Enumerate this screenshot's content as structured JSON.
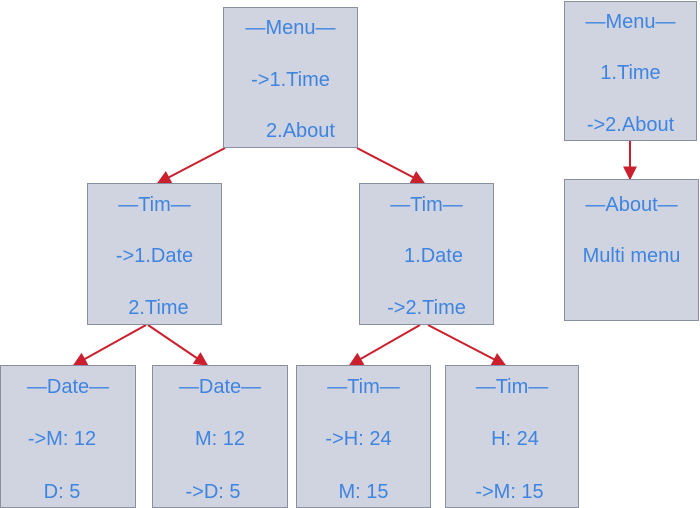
{
  "colors": {
    "box_fill": "#d0d4e1",
    "box_border": "#8a8fa0",
    "text": "#3e84e0",
    "arrow": "#cc1f2d"
  },
  "boxes": {
    "menu_main": {
      "lines": [
        "—Menu—",
        "->1.Time",
        "2.About"
      ]
    },
    "menu_about": {
      "lines": [
        "—Menu—",
        "1.Time",
        "->2.About"
      ]
    },
    "tim_date": {
      "lines": [
        "—Tim—",
        "->1.Date",
        "2.Time"
      ]
    },
    "tim_time": {
      "lines": [
        "—Tim—",
        "1.Date",
        "->2.Time"
      ]
    },
    "about": {
      "lines": [
        "—About—",
        "Multi menu"
      ]
    },
    "date_month": {
      "lines": [
        "—Date—",
        "->M: 12",
        "D: 5"
      ]
    },
    "date_day": {
      "lines": [
        "—Date—",
        "M: 12",
        "->D: 5"
      ]
    },
    "tim_hour": {
      "lines": [
        "—Tim—",
        "->H: 24",
        "M: 15"
      ]
    },
    "tim_minute": {
      "lines": [
        "—Tim—",
        "H: 24",
        "->M: 15"
      ]
    }
  }
}
